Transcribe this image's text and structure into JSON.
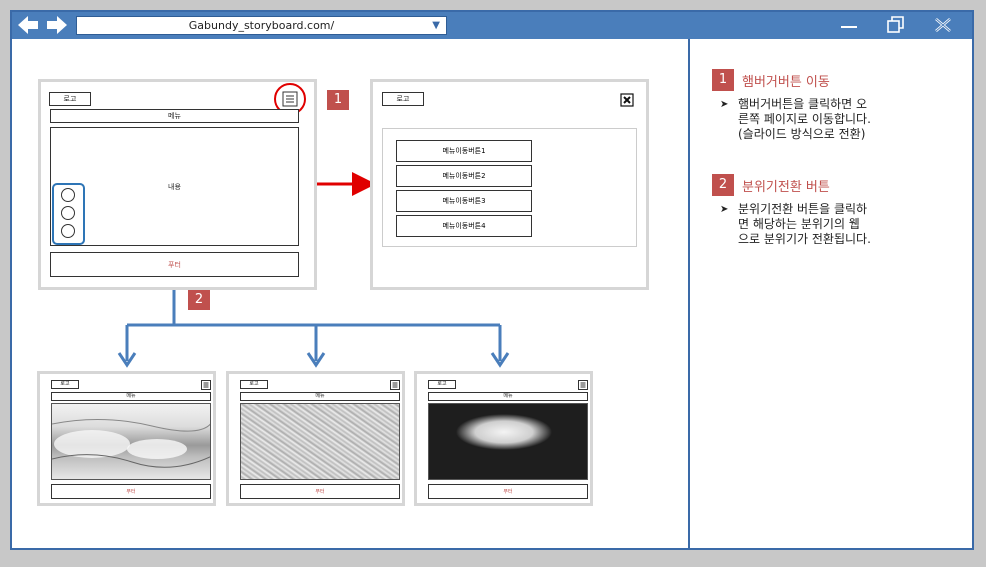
{
  "browser": {
    "url": "Gabundy_storyboard.com/",
    "colors": {
      "titlebar": "#4a7ebb",
      "accent_red": "#c0504d",
      "outline_blue": "#2e75b6"
    }
  },
  "wireframe_main": {
    "logo": "로고",
    "menu": "메뉴",
    "content": "내용",
    "footer": "푸터"
  },
  "wireframe_menu": {
    "logo": "로고",
    "items": [
      "메뉴이동버튼1",
      "메뉴이동버튼2",
      "메뉴이동버튼3",
      "메뉴이동버튼4"
    ]
  },
  "thumbnails": [
    {
      "logo": "로고",
      "menu": "메뉴",
      "footer": "푸터"
    },
    {
      "logo": "로고",
      "menu": "메뉴",
      "footer": "푸터"
    },
    {
      "logo": "로고",
      "menu": "메뉴",
      "footer": "푸터"
    }
  ],
  "badges": {
    "one": "1",
    "two": "2"
  },
  "notes": [
    {
      "number": "1",
      "title": "햄버거버튼 이동",
      "text": "햄버거버튼을 클릭하면 오\n른쪽 페이지로 이동합니다.\n(슬라이드 방식으로 전환)"
    },
    {
      "number": "2",
      "title": "분위기전환 버튼",
      "text": "분위기전환 버튼을 클릭하\n면 해당하는 분위기의 웹\n으로 분위기가 전환됩니다."
    }
  ]
}
